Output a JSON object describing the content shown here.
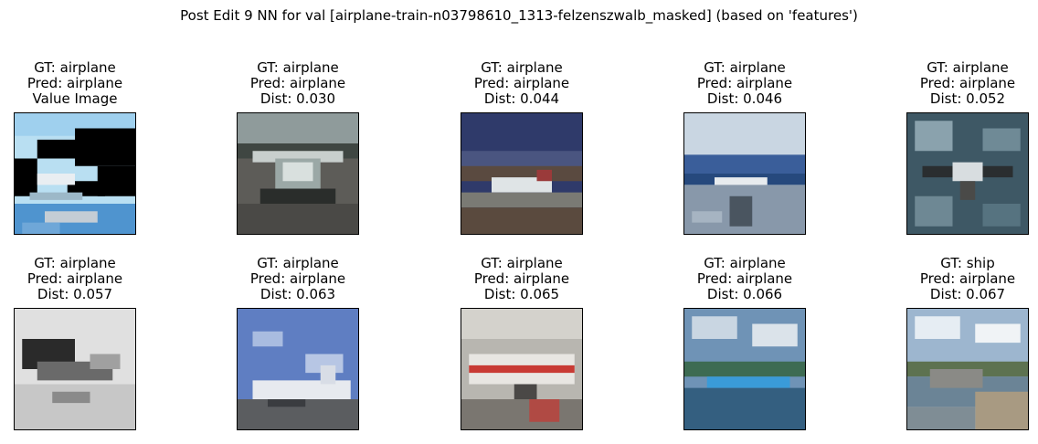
{
  "figure": {
    "suptitle": "Post Edit 9 NN for val [airplane-train-n03798610_1313-felzenszwalb_masked] (based on 'features')"
  },
  "panels": [
    {
      "gt": "GT: airplane",
      "pred": "Pred: airplane",
      "extra": "Value Image",
      "image": "masked airplane with black region and sky"
    },
    {
      "gt": "GT: airplane",
      "pred": "Pred: airplane",
      "extra": "Dist: 0.030",
      "image": "small propeller plane on tarmac"
    },
    {
      "gt": "GT: airplane",
      "pred": "Pred: airplane",
      "extra": "Dist: 0.044",
      "image": "airliner on runway at dusk"
    },
    {
      "gt": "GT: airplane",
      "pred": "Pred: airplane",
      "extra": "Dist: 0.046",
      "image": "seaplane on lake with mountains"
    },
    {
      "gt": "GT: airplane",
      "pred": "Pred: airplane",
      "extra": "Dist: 0.052",
      "image": "plane among clouds"
    },
    {
      "gt": "GT: airplane",
      "pred": "Pred: airplane",
      "extra": "Dist: 0.057",
      "image": "grayscale airplane"
    },
    {
      "gt": "GT: airplane",
      "pred": "Pred: airplane",
      "extra": "Dist: 0.063",
      "image": "white jet under blue sky"
    },
    {
      "gt": "GT: airplane",
      "pred": "Pred: airplane",
      "extra": "Dist: 0.065",
      "image": "red-striped airliner in hangar"
    },
    {
      "gt": "GT: airplane",
      "pred": "Pred: airplane",
      "extra": "Dist: 0.066",
      "image": "blue seaplane on water"
    },
    {
      "gt": "GT: ship",
      "pred": "Pred: airplane",
      "extra": "Dist: 0.067",
      "image": "boats near shore"
    }
  ]
}
